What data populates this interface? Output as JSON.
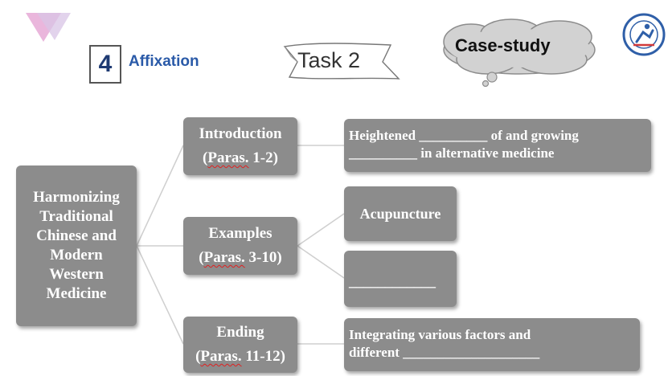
{
  "header": {
    "section_number": "4",
    "section_title": "Affixation",
    "task_label": "Task 2",
    "badge_label": "Case-study"
  },
  "diagram": {
    "root": {
      "lines": [
        "Harmonizing",
        "Traditional",
        "Chinese and",
        "Modern",
        "Western",
        "Medicine"
      ]
    },
    "sections": [
      {
        "title": "Introduction",
        "paras_word": "Paras.",
        "paras_range": "1-2)",
        "detail_line1_prefix": "Heightened",
        "detail_line1_blank": "__________",
        "detail_line1_suffix": "of  and growing",
        "detail_line2_blank": "__________",
        "detail_line2_suffix": "in alternative medicine"
      },
      {
        "title": "Examples",
        "paras_word": "Paras.",
        "paras_range": "3-10)",
        "example_1": "Acupuncture",
        "example_2_blank": "____________"
      },
      {
        "title": "Ending",
        "paras_word": "Paras.",
        "paras_range": "11-12)",
        "detail_line1": "Integrating various factors and",
        "detail_line2_prefix": "different",
        "detail_line2_blank": "____________________"
      }
    ]
  },
  "colors": {
    "node_fill": "#8c8c8c",
    "node_text": "#ffffff",
    "connector": "#cfcfcf",
    "number_color": "#1f3b73",
    "affix_color": "#2a5aa8"
  },
  "icons": [
    "triangle-decoration-icon",
    "scroll-banner-icon",
    "cloud-icon",
    "university-emblem-icon"
  ]
}
